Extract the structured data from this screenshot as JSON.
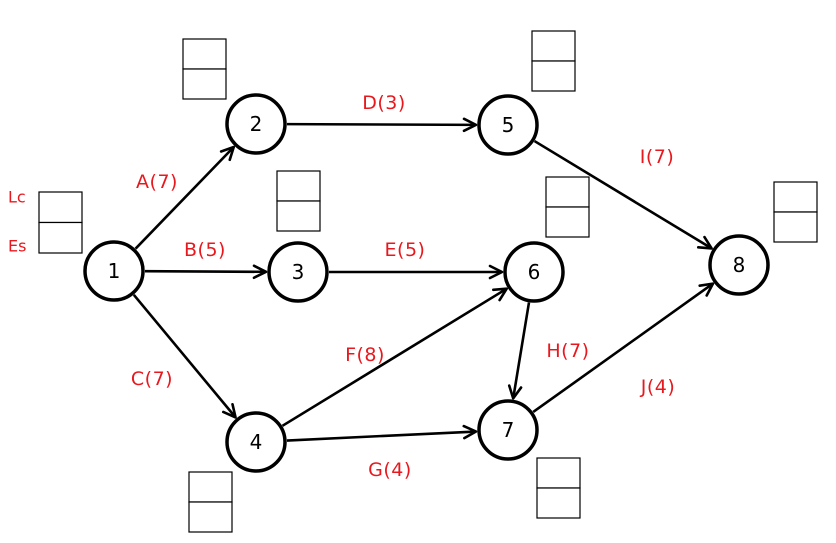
{
  "colors": {
    "label": "#e8191e",
    "stroke": "#000000"
  },
  "legend": {
    "top_label": "Lc",
    "bottom_label": "Es"
  },
  "nodes": [
    {
      "id": "1",
      "label": "1"
    },
    {
      "id": "2",
      "label": "2"
    },
    {
      "id": "3",
      "label": "3"
    },
    {
      "id": "4",
      "label": "4"
    },
    {
      "id": "5",
      "label": "5"
    },
    {
      "id": "6",
      "label": "6"
    },
    {
      "id": "7",
      "label": "7"
    },
    {
      "id": "8",
      "label": "8"
    }
  ],
  "edges": [
    {
      "from": "1",
      "to": "2",
      "label": "A(7)"
    },
    {
      "from": "1",
      "to": "3",
      "label": "B(5)"
    },
    {
      "from": "1",
      "to": "4",
      "label": "C(7)"
    },
    {
      "from": "2",
      "to": "5",
      "label": "D(3)"
    },
    {
      "from": "3",
      "to": "6",
      "label": "E(5)"
    },
    {
      "from": "4",
      "to": "6",
      "label": "F(8)"
    },
    {
      "from": "4",
      "to": "7",
      "label": "G(4)"
    },
    {
      "from": "6",
      "to": "7",
      "label": "H(7)"
    },
    {
      "from": "5",
      "to": "8",
      "label": "I(7)"
    },
    {
      "from": "7",
      "to": "8",
      "label": "J(4)"
    }
  ]
}
